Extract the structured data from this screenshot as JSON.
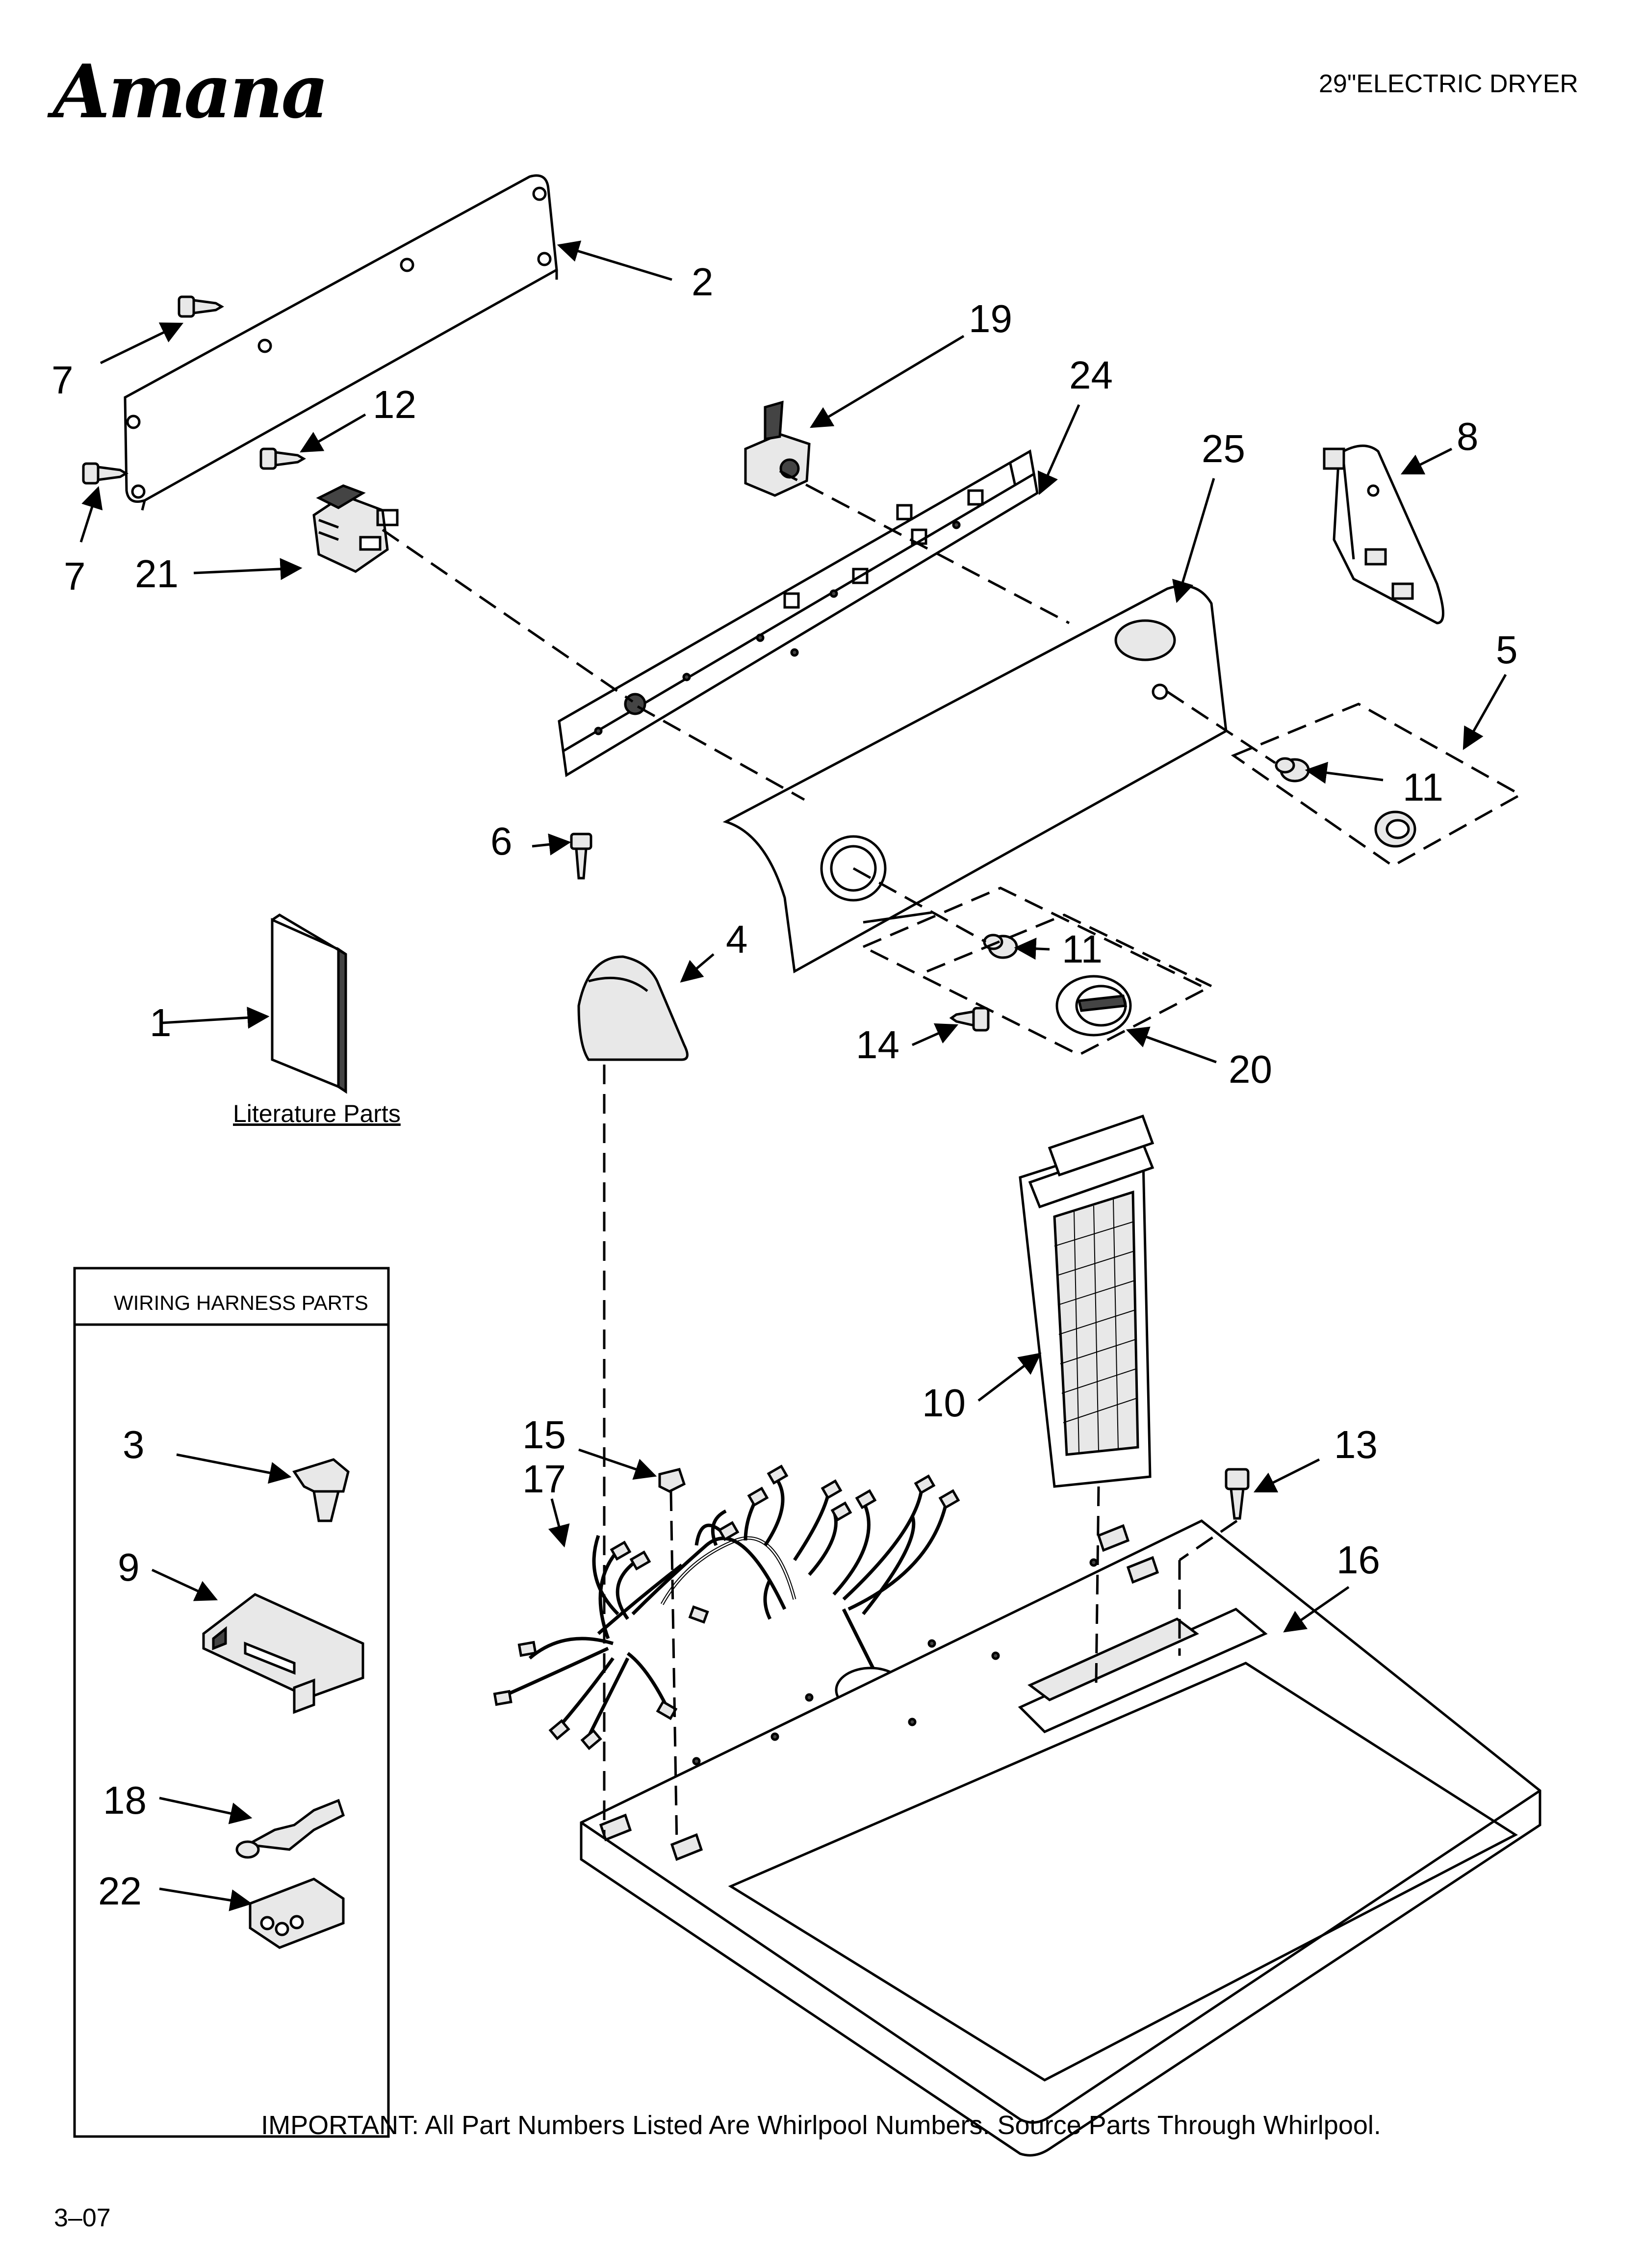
{
  "header": {
    "brand": "Amana",
    "model_title": "29\"ELECTRIC DRYER"
  },
  "callouts": {
    "c1": "1",
    "c2": "2",
    "c3": "3",
    "c4": "4",
    "c5": "5",
    "c6": "6",
    "c7a": "7",
    "c7b": "7",
    "c8": "8",
    "c9": "9",
    "c10": "10",
    "c11a": "11",
    "c11b": "11",
    "c12": "12",
    "c13": "13",
    "c14": "14",
    "c15": "15",
    "c16": "16",
    "c17": "17",
    "c18": "18",
    "c19": "19",
    "c20": "20",
    "c21": "21",
    "c22": "22",
    "c24": "24",
    "c25": "25"
  },
  "labels": {
    "literature": "Literature Parts",
    "wiring_box_title": "WIRING HARNESS PARTS"
  },
  "footer": {
    "important_note": "IMPORTANT: All Part Numbers Listed Are Whirlpool Numbers. Source Parts Through Whirlpool.",
    "revision": "3–07"
  }
}
